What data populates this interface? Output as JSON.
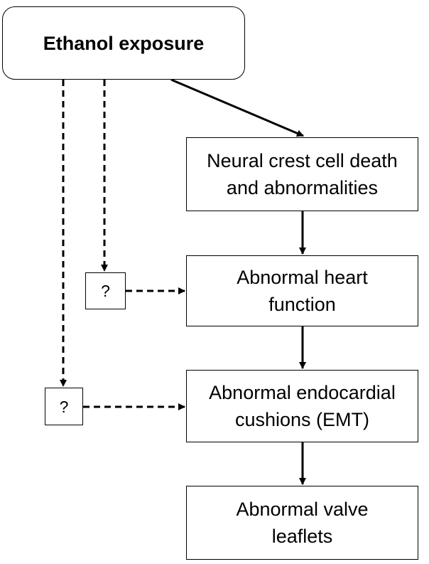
{
  "nodes": {
    "ethanol": {
      "label": "Ethanol exposure"
    },
    "neural_crest": {
      "lines": [
        "Neural crest cell death",
        "and abnormalities"
      ]
    },
    "heart_function": {
      "lines": [
        "Abnormal heart",
        "function"
      ]
    },
    "endocardial": {
      "lines": [
        "Abnormal endocardial",
        "cushions (EMT)"
      ]
    },
    "valve": {
      "lines": [
        "Abnormal valve",
        "leaflets"
      ]
    },
    "unknown_1": {
      "label": "?"
    },
    "unknown_2": {
      "label": "?"
    }
  },
  "edges": [
    {
      "from": "ethanol",
      "to": "neural_crest",
      "style": "solid"
    },
    {
      "from": "neural_crest",
      "to": "heart_function",
      "style": "solid"
    },
    {
      "from": "heart_function",
      "to": "endocardial",
      "style": "solid"
    },
    {
      "from": "endocardial",
      "to": "valve",
      "style": "solid"
    },
    {
      "from": "ethanol",
      "to": "unknown_1",
      "style": "dashed"
    },
    {
      "from": "unknown_1",
      "to": "heart_function",
      "style": "dashed"
    },
    {
      "from": "ethanol",
      "to": "unknown_2",
      "style": "dashed"
    },
    {
      "from": "unknown_2",
      "to": "endocardial",
      "style": "dashed"
    }
  ],
  "colors": {
    "stroke": "#000000",
    "fill": "#ffffff"
  }
}
